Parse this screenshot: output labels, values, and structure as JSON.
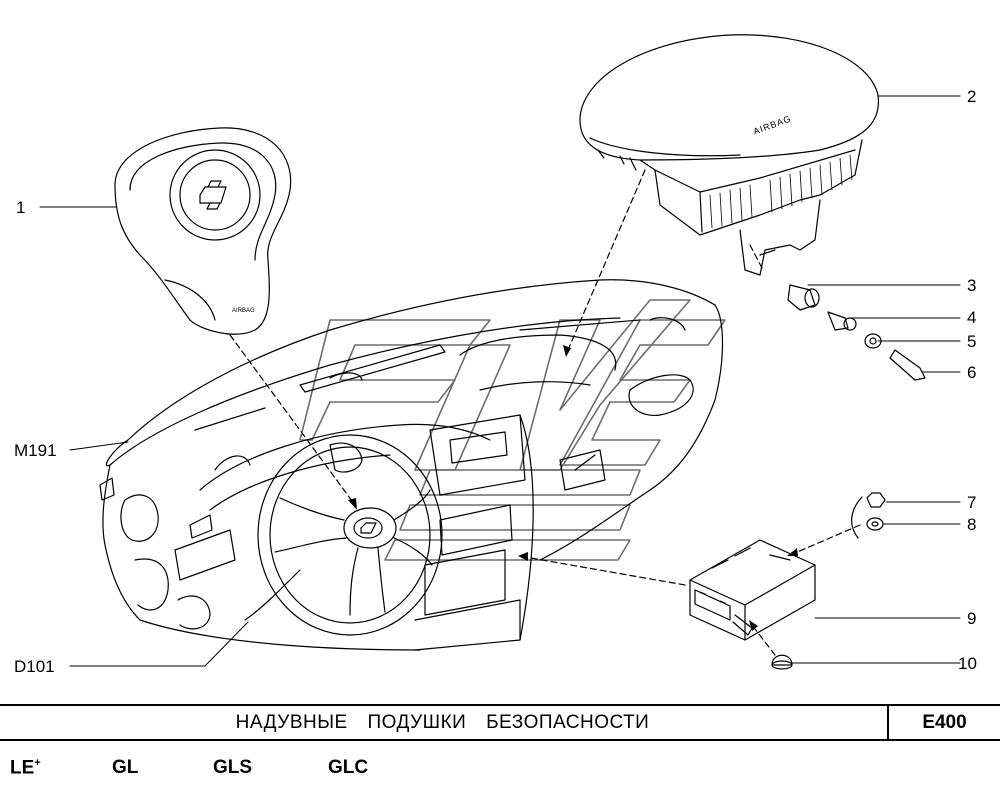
{
  "callouts": {
    "c1": "1",
    "c2": "2",
    "c3": "3",
    "c4": "4",
    "c5": "5",
    "c6": "6",
    "c7": "7",
    "c8": "8",
    "c9": "9",
    "c10": "10",
    "m191": "M191",
    "d101": "D101"
  },
  "part_text": {
    "airbag_passenger": "AIRBAG",
    "airbag_driver": "AIRBAG"
  },
  "title": {
    "text": "НАДУВНЫЕ  ПОДУШКИ  БЕЗОПАСНОСТИ",
    "code": "E400"
  },
  "variants": {
    "le": "LE",
    "le_mark": "+",
    "gl": "GL",
    "gls": "GLS",
    "glc": "GLC"
  },
  "colors": {
    "line": "#000000",
    "watermark": "#777777",
    "background": "#ffffff"
  }
}
